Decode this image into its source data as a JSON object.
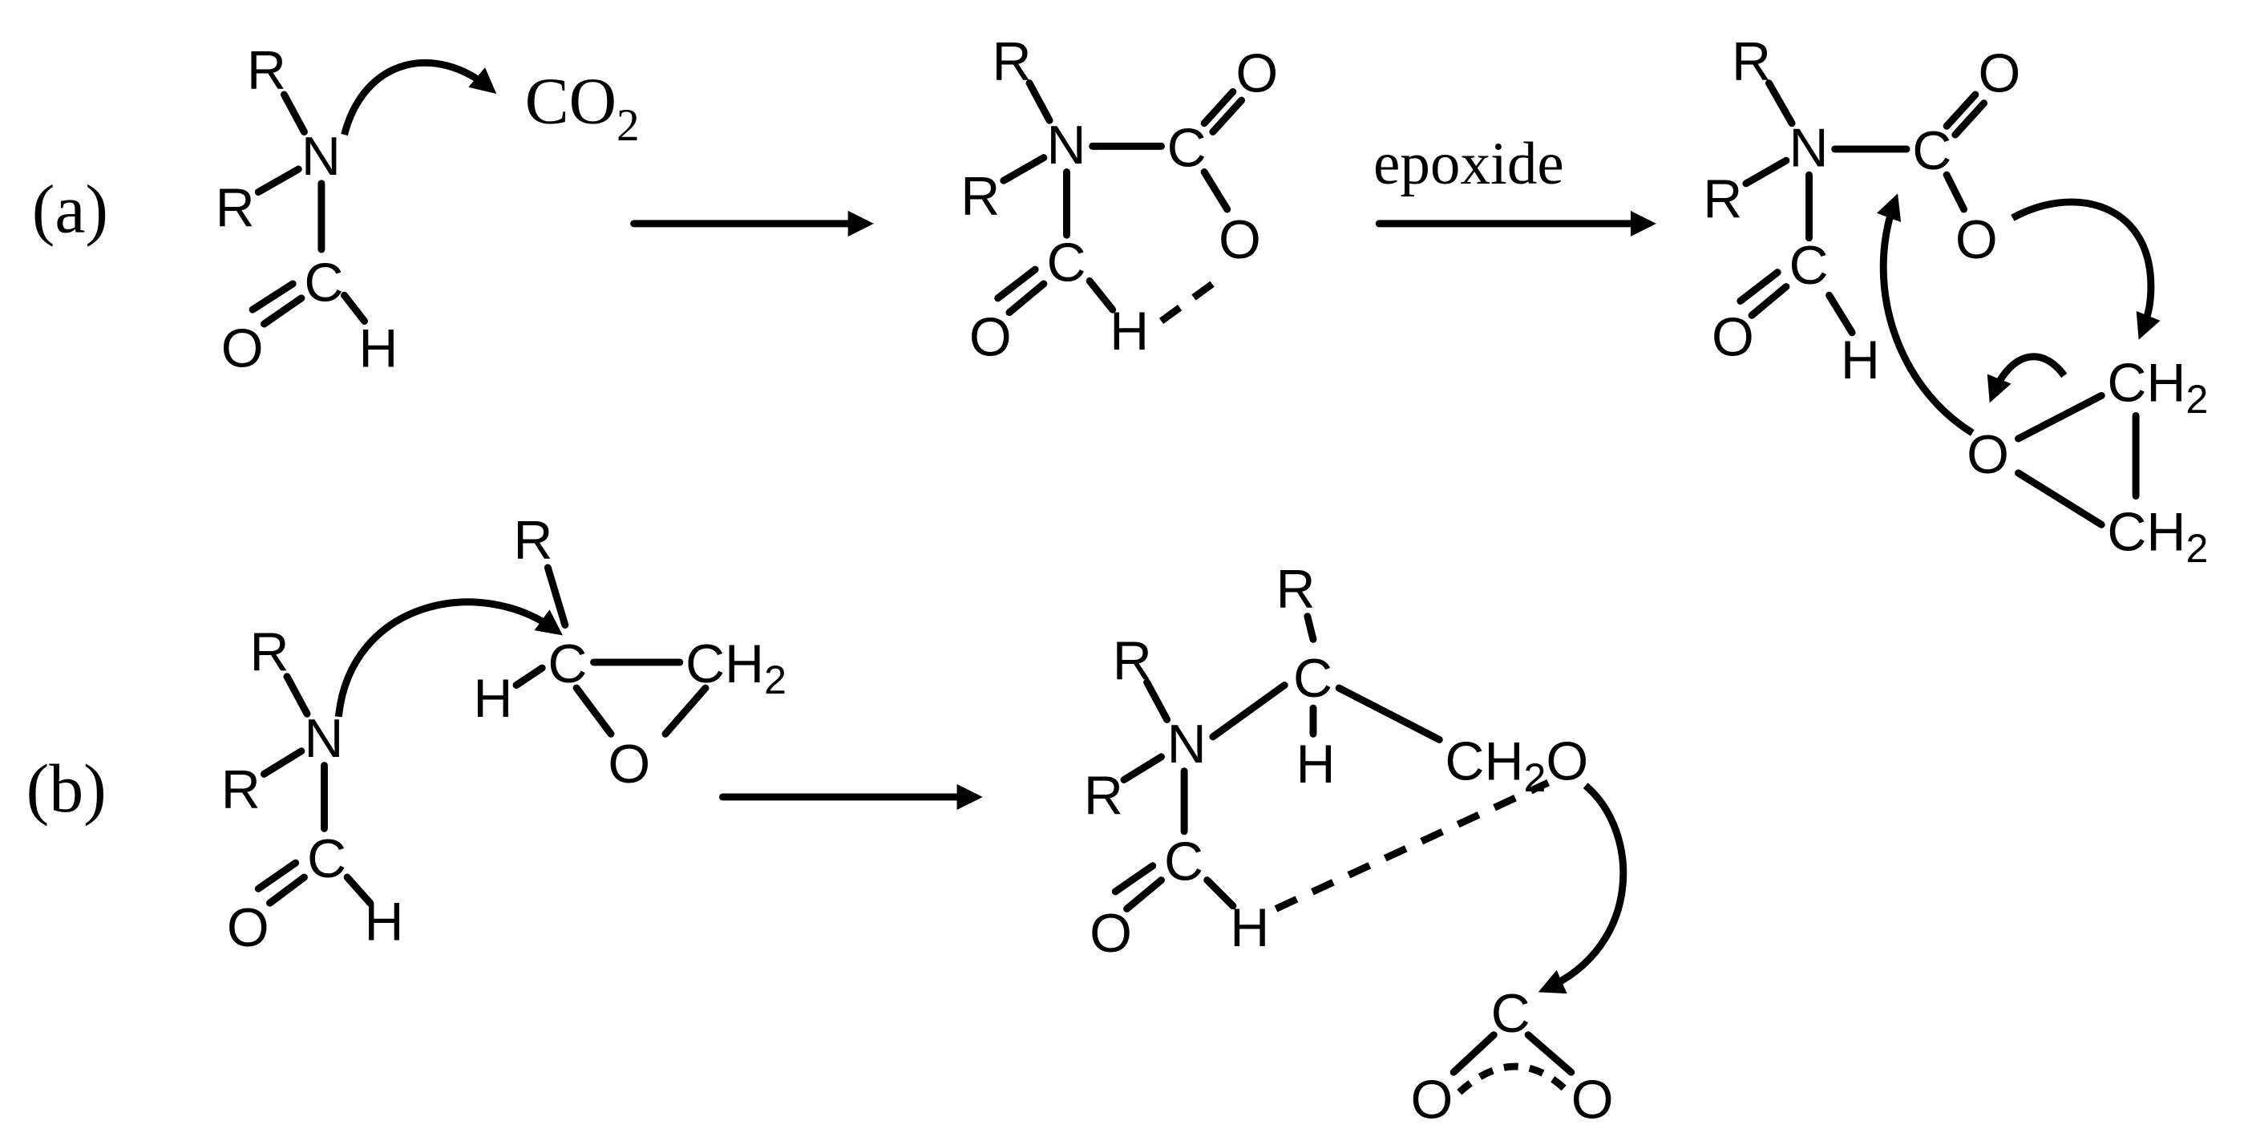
{
  "labels": {
    "part_a": "(a)",
    "part_b": "(b)",
    "epoxide": "epoxide"
  },
  "symbols": {
    "R": "R",
    "N": "N",
    "C": "C",
    "O": "O",
    "H": "H",
    "co": "CO",
    "ch": "CH",
    "two": "2"
  }
}
